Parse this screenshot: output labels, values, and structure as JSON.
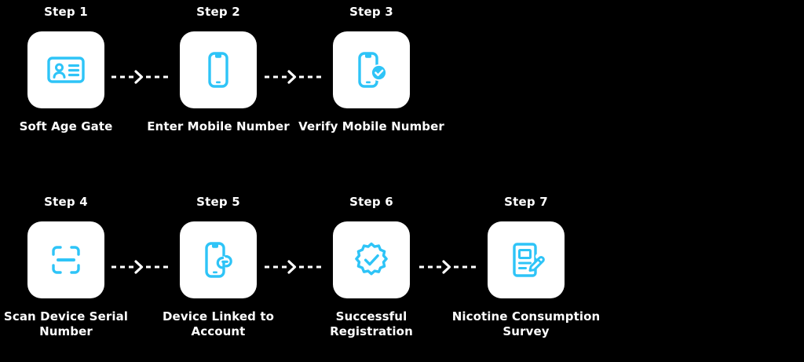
{
  "theme": {
    "background": "#000000",
    "card_background": "#ffffff",
    "accent": "#2ec4f7",
    "text": "#ffffff"
  },
  "diagram": {
    "type": "process-flow",
    "rows": 2,
    "total_steps": 7,
    "steps": [
      {
        "title": "Step 1",
        "label": "Soft Age Gate",
        "icon": "id-card-icon",
        "row": 1,
        "column": 1
      },
      {
        "title": "Step 2",
        "label": "Enter Mobile Number",
        "icon": "mobile-phone-icon",
        "row": 1,
        "column": 2
      },
      {
        "title": "Step 3",
        "label": "Verify Mobile Number",
        "icon": "mobile-phone-verified-icon",
        "row": 1,
        "column": 3
      },
      {
        "title": "Step 4",
        "label": "Scan Device Serial Number",
        "icon": "barcode-scan-icon",
        "row": 2,
        "column": 1
      },
      {
        "title": "Step 5",
        "label": "Device Linked to Account",
        "icon": "mobile-phone-link-icon",
        "row": 2,
        "column": 2
      },
      {
        "title": "Step 6",
        "label": "Successful Registration",
        "icon": "verified-badge-icon",
        "row": 2,
        "column": 3
      },
      {
        "title": "Step 7",
        "label": "Nicotine Consumption Survey",
        "icon": "survey-document-pencil-icon",
        "row": 2,
        "column": 4
      }
    ],
    "connectors": [
      {
        "name": "connector-step1-step2",
        "style": "dashed-arrow-right"
      },
      {
        "name": "connector-step2-step3",
        "style": "dashed-arrow-right"
      },
      {
        "name": "connector-step4-step5",
        "style": "dashed-arrow-right"
      },
      {
        "name": "connector-step5-step6",
        "style": "dashed-arrow-right"
      },
      {
        "name": "connector-step6-step7",
        "style": "dashed-arrow-right"
      }
    ]
  }
}
